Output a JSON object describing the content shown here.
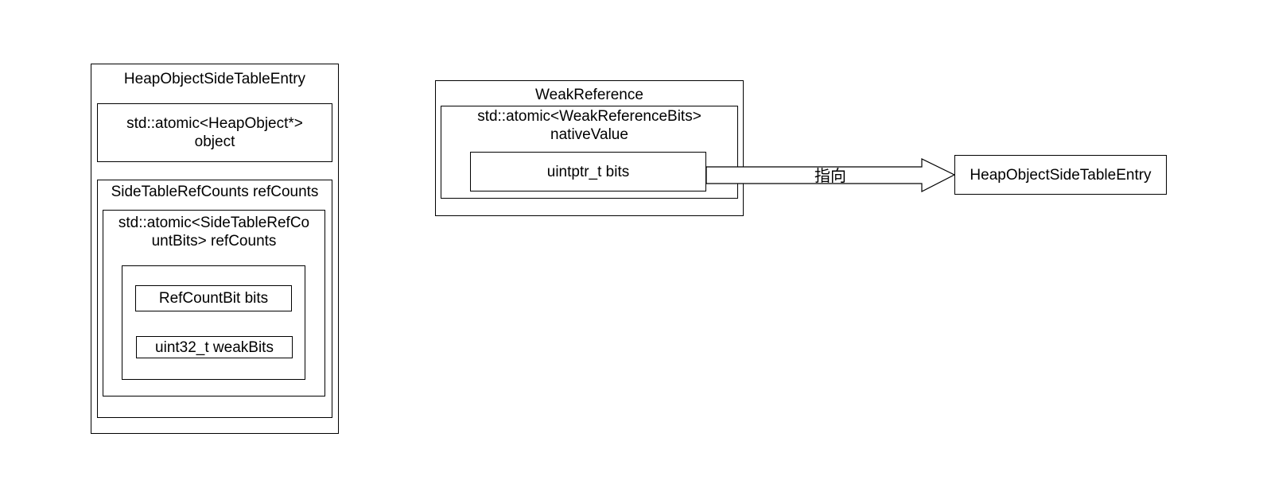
{
  "left_struct": {
    "title": "HeapObjectSideTableEntry",
    "object_field": "std::atomic<HeapObject*>\nobject",
    "refcounts_field": {
      "title": "SideTableRefCounts refCounts",
      "atomic_field": {
        "title": "std::atomic<SideTableRefCo\nuntBits> refCounts",
        "bits_field": "RefCountBit bits",
        "weak_bits_field": "uint32_t weakBits"
      }
    }
  },
  "weak_reference": {
    "title": "WeakReference",
    "native_value": {
      "title": "std::atomic<WeakReferenceBits>\nnativeValue",
      "bits_field": "uintptr_t bits"
    }
  },
  "arrow": {
    "label": "指向"
  },
  "target": {
    "label": "HeapObjectSideTableEntry"
  }
}
